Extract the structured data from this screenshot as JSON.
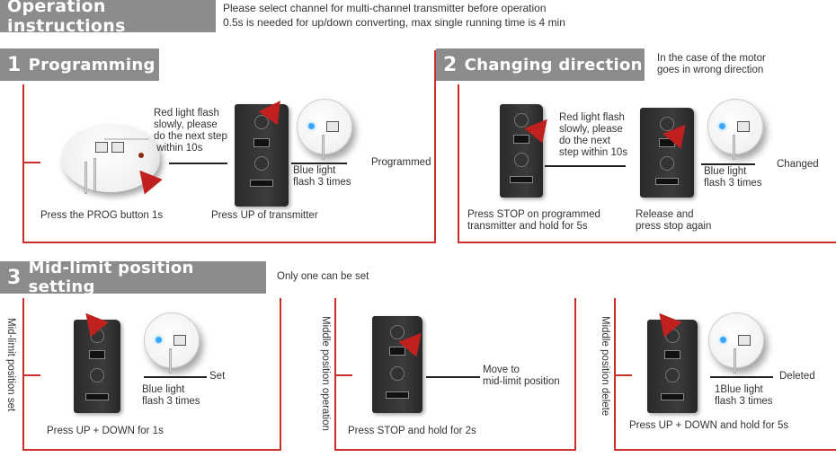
{
  "header": {
    "title": "Operation instructions",
    "note1": "Please select channel for multi-channel transmitter before operation",
    "note2": "0.5s is needed for up/down converting, max single running time is 4 min"
  },
  "sec1": {
    "num": "1",
    "title": "Programming",
    "red_text": [
      "Red light flash",
      "slowly, please",
      "do the next step",
      " within 10s"
    ],
    "blue_text": [
      "Blue light",
      "flash 3 times"
    ],
    "result": "Programmed",
    "cap_a": "Press the PROG button 1s",
    "cap_b": "Press UP of transmitter"
  },
  "sec2": {
    "num": "2",
    "title": "Changing direction",
    "note": [
      "In the case of the motor",
      "goes in wrong direction"
    ],
    "red_text": [
      "Red light flash",
      "slowly, please",
      "do the next",
      "step within 10s"
    ],
    "blue_text": [
      "Blue light",
      "flash 3 times"
    ],
    "result": "Changed",
    "cap_a": [
      "Press STOP on programmed",
      "transmitter and hold for 5s"
    ],
    "cap_b": [
      "Release and",
      "press stop again"
    ]
  },
  "sec3": {
    "num": "3",
    "title": "Mid-limit position setting",
    "note": "Only one can be set",
    "panel_a": {
      "side": "Mid-limit position set",
      "blue_text": [
        "Blue light",
        "flash 3 times"
      ],
      "result": "Set",
      "caption": "Press UP + DOWN for 1s"
    },
    "panel_b": {
      "side": "Middle position operation",
      "result": [
        "Move to",
        "mid-limit position"
      ],
      "caption": "Press STOP and hold for 2s"
    },
    "panel_c": {
      "side": "Middle position delete",
      "blue_text": [
        "1Blue light",
        "flash 3 times"
      ],
      "result": "Deleted",
      "caption": "Press UP + DOWN and hold for 5s"
    }
  },
  "colors": {
    "header_bg": "#8c8c8c",
    "accent_red": "#c0211e",
    "led_blue": "#3aa5ff"
  }
}
